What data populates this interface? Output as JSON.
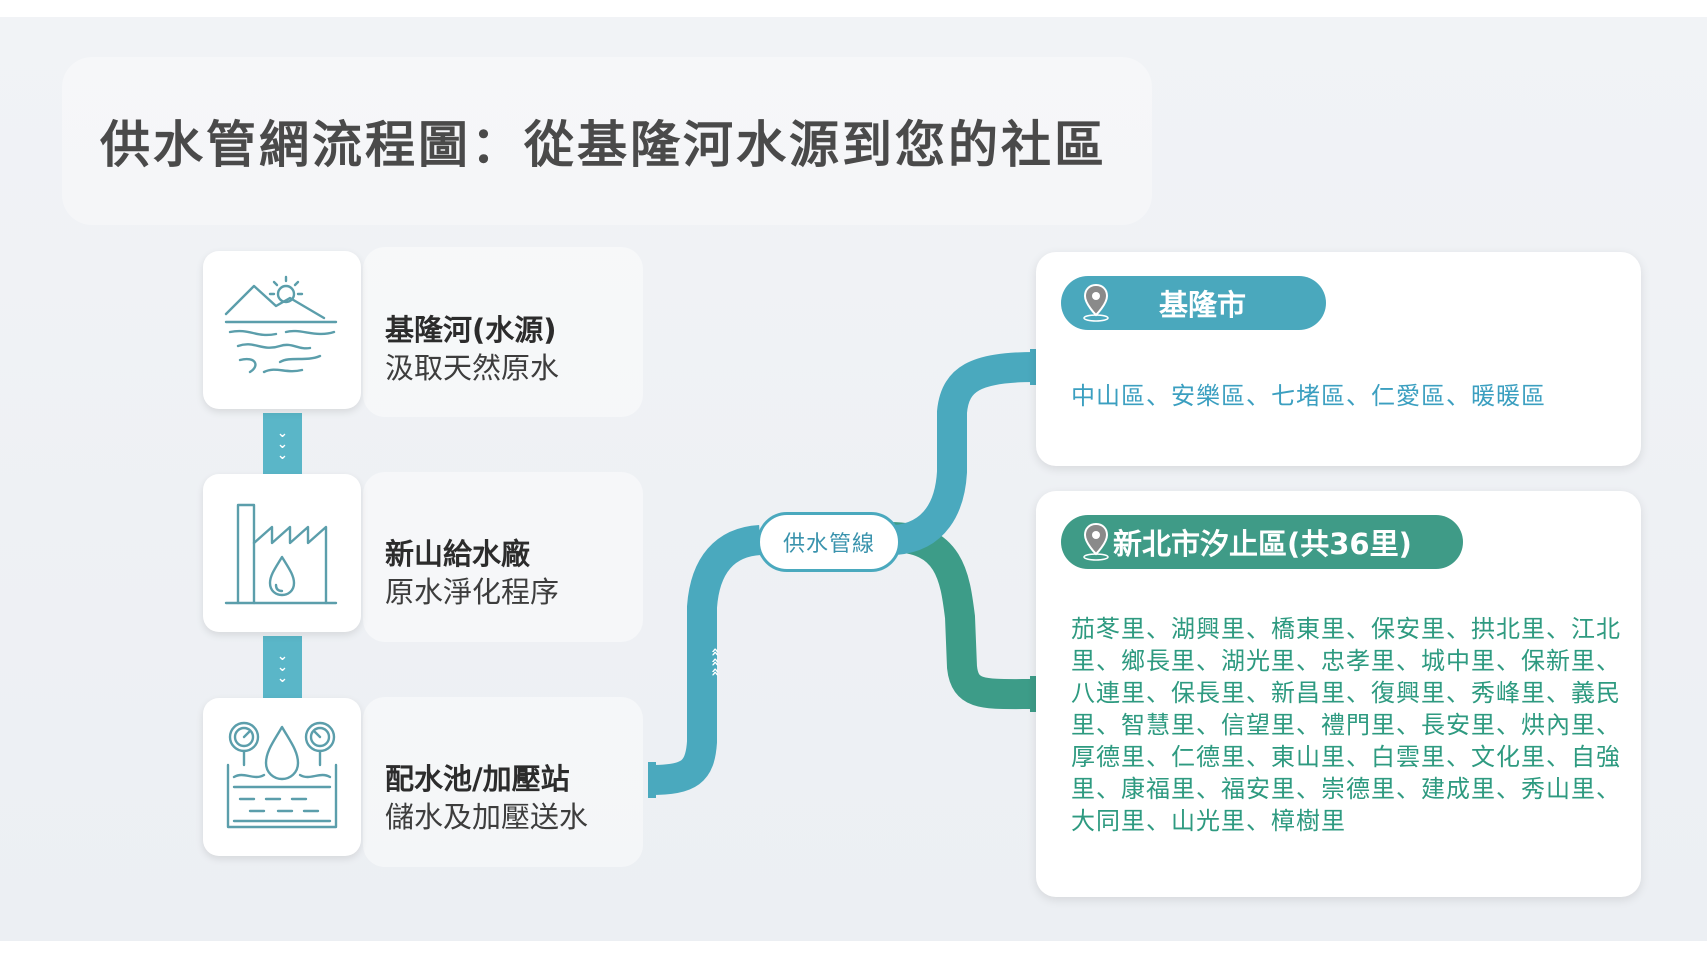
{
  "title": "供水管網流程圖：從基隆河水源到您的社區",
  "steps": [
    {
      "name": "基隆河(水源)",
      "desc": "汲取天然原水",
      "icon": "river-mountain-icon"
    },
    {
      "name": "新山給水廠",
      "desc": "原水淨化程序",
      "icon": "factory-water-drop-icon"
    },
    {
      "name": "配水池/加壓站",
      "desc": "儲水及加壓送水",
      "icon": "reservoir-gauge-icon"
    }
  ],
  "pipe": {
    "label": "供水管線",
    "flow_mark": "«"
  },
  "regions": [
    {
      "name": "基隆市",
      "areas": "中山區、安樂區、七堵區、仁愛區、暖暖區"
    },
    {
      "name": "新北市汐止區(共36里)",
      "areas": "茄苳里、湖興里、橋東里、保安里、拱北里、江北里、鄉長里、湖光里、忠孝里、城中里、保新里、八連里、保長里、新昌里、復興里、秀峰里、義民里、智慧里、信望里、禮門里、長安里、烘內里、厚德里、仁德里、東山里、白雲里、文化里、自強里、康福里、福安里、崇德里、建成里、秀山里、大同里、山光里、樟樹里"
    }
  ],
  "colors": {
    "teal": "#4aa9be",
    "green": "#3d9c88",
    "pill_teal": "#4aa8bd",
    "pill_green": "#3f9b87",
    "connector": "#5ab6c8",
    "icon_stroke": "#5b9eab"
  }
}
